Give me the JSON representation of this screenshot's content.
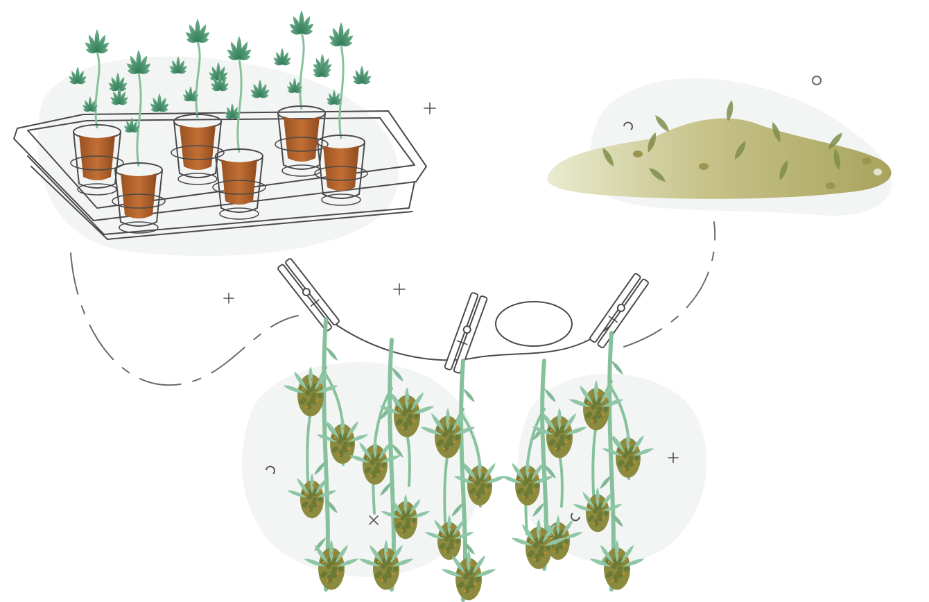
{
  "scene": {
    "background_color": "#ffffff",
    "blob_color": "#f3f5f4",
    "line_color": "#4a4a4a",
    "soil_color": "#b5652c",
    "leaf_dark": "#2f7a57",
    "leaf_light": "#8fc6a6",
    "stem_color": "#86c19c",
    "bud_color": "#8b8a3e",
    "powder_color": "#b7b273"
  },
  "groups": {
    "seedling_tray_pots": 6,
    "hanging_branches": 5,
    "clothespins": 3
  }
}
